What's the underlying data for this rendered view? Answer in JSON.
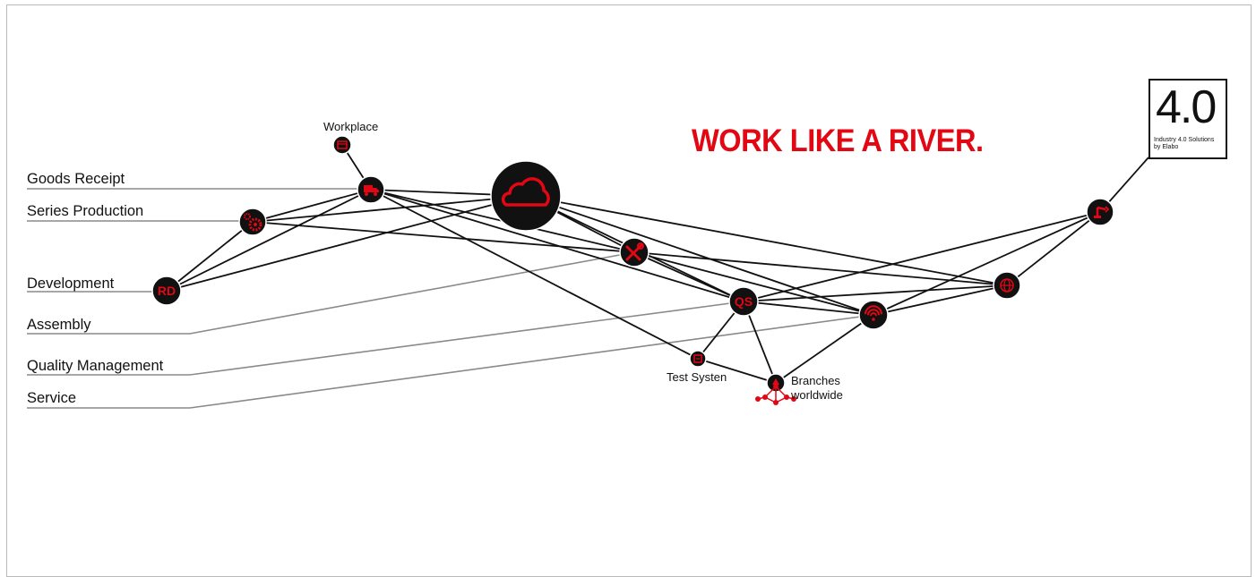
{
  "slogan": "WORK LIKE A RIVER.",
  "colors": {
    "accent": "#e30613",
    "node": "#111111",
    "line": "#111111",
    "leader": "#8a8a8a"
  },
  "categories": [
    {
      "label": "Goods Receipt"
    },
    {
      "label": "Series Production"
    },
    {
      "label": "Development"
    },
    {
      "label": "Assembly"
    },
    {
      "label": "Quality Management"
    },
    {
      "label": "Service"
    }
  ],
  "nodes": {
    "cloud": {
      "icon": "cloud-icon"
    },
    "workplace": {
      "label": "Workplace",
      "icon": "window-icon"
    },
    "goods_receipt": {
      "icon": "truck-icon"
    },
    "series_production": {
      "icon": "gears-icon"
    },
    "development": {
      "text": "RD"
    },
    "assembly": {
      "icon": "tools-icon"
    },
    "qs": {
      "text": "QS"
    },
    "test_system": {
      "label": "Test Systen",
      "icon": "test-icon"
    },
    "branches": {
      "label_line1": "Branches",
      "label_line2": "worldwide",
      "icon": "network-icon"
    },
    "wifi": {
      "icon": "wifi-icon"
    },
    "globe": {
      "icon": "globe-icon"
    },
    "robot": {
      "icon": "robot-arm-icon"
    }
  },
  "badge": {
    "number": "4.0",
    "line1": "Industry 4.0 Solutions",
    "line2": "by Elabo"
  }
}
